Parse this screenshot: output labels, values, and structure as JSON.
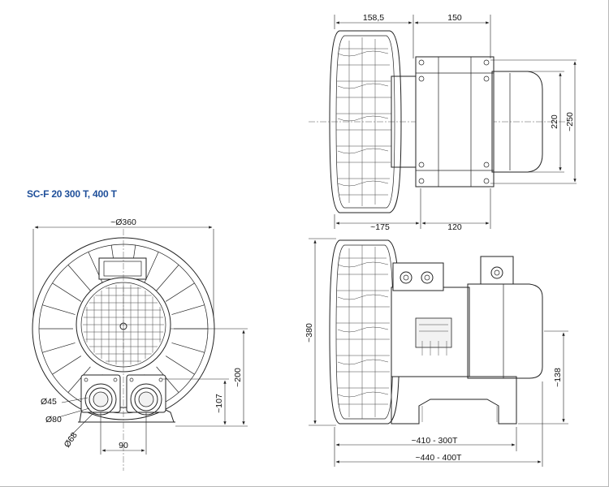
{
  "model_title": "SC-F 20 300 T, 400 T",
  "dimensions": {
    "top_width_left": "158,5",
    "top_width_right": "150",
    "top_height_inner": "220",
    "top_height_outer": "~250",
    "top_bottom_left": "~175",
    "top_bottom_right": "120",
    "front_diameter": "~Ø360",
    "front_height_total": "~200",
    "front_height_outlet": "~107",
    "front_port_spacing": "90",
    "port_d1": "Ø45",
    "port_d2": "Ø80",
    "port_d3": "Ø68",
    "side_height_total": "~380",
    "side_height_axis": "~138",
    "side_length_300": "~410 - 300T",
    "side_length_400": "~440 - 400T"
  }
}
